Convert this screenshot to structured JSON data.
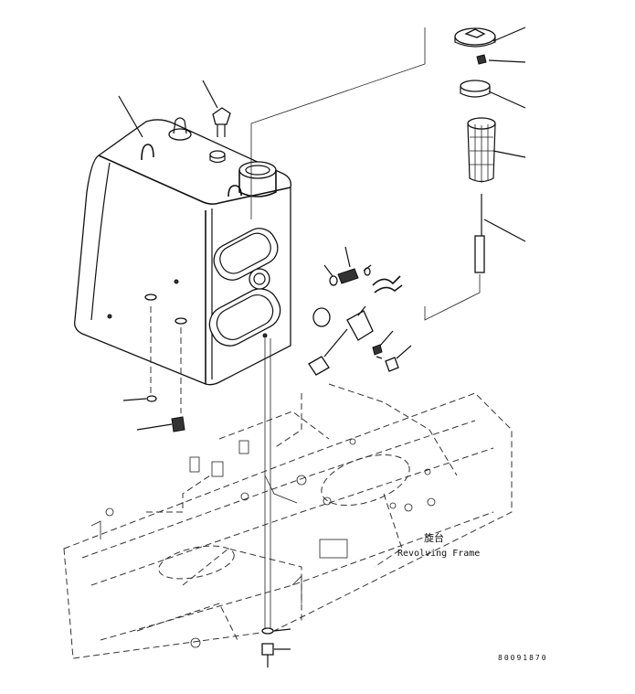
{
  "diagram": {
    "frame_label_jp": "旋台",
    "frame_label_en": "Revolving Frame",
    "drawing_code": "80091870"
  }
}
